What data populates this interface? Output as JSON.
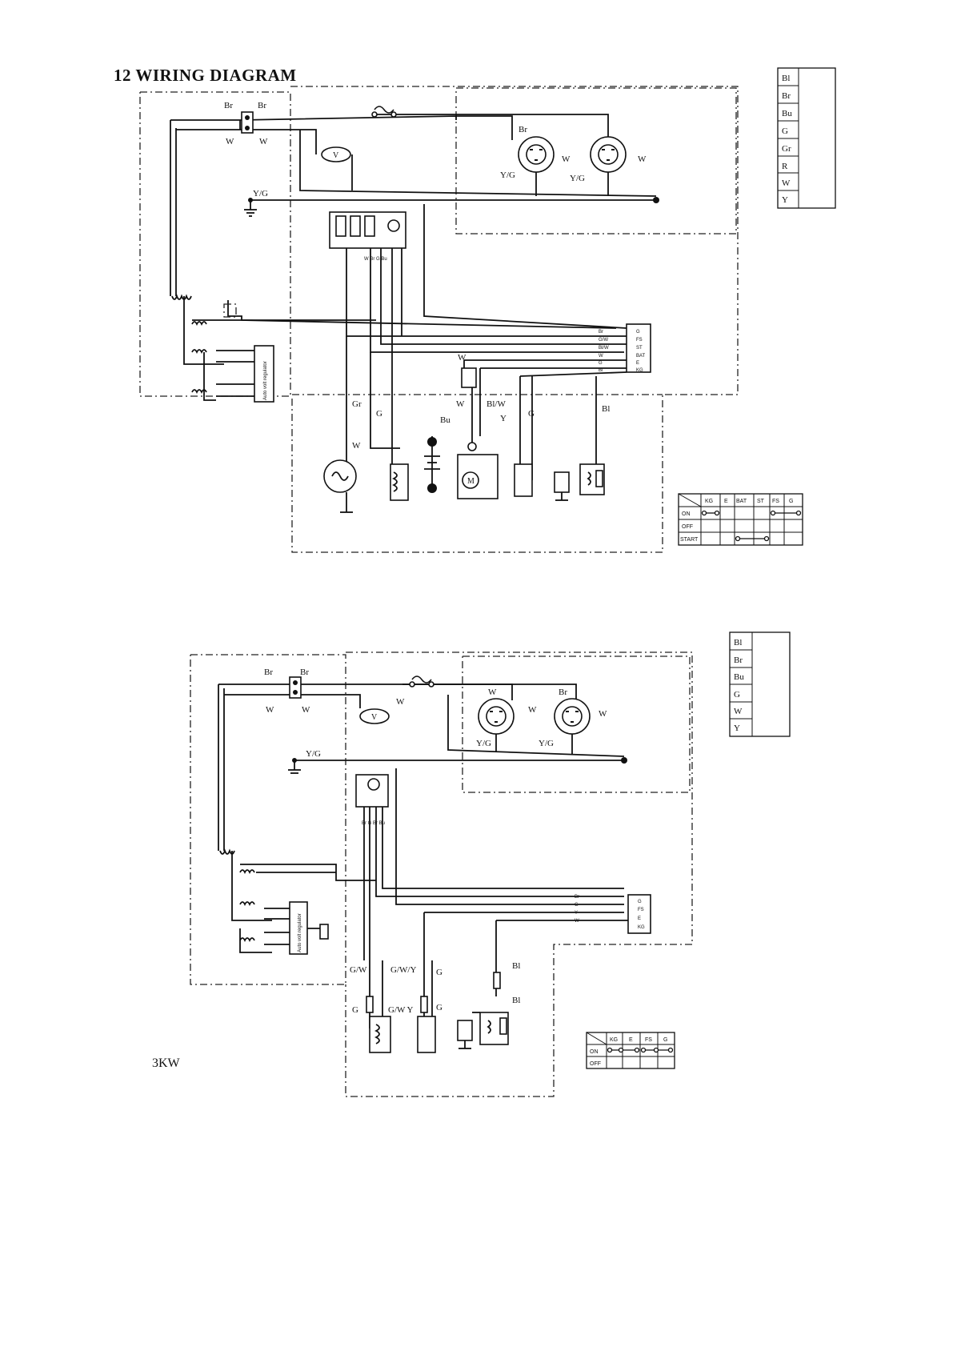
{
  "title": "12  WIRING DIAGRAM",
  "caption": "3KW",
  "legend_top": [
    "Bl",
    "Br",
    "Bu",
    "G",
    "Gr",
    "R",
    "W",
    "Y"
  ],
  "legend_bottom": [
    "Bl",
    "Br",
    "Bu",
    "G",
    "W",
    "Y"
  ],
  "switch_top": {
    "columns": [
      "KG",
      "E",
      "BAT",
      "ST",
      "FS",
      "G"
    ],
    "rows": [
      "ON",
      "OFF",
      "START"
    ]
  },
  "switch_bottom": {
    "columns": [
      "KG",
      "E",
      "FS",
      "G"
    ],
    "rows": [
      "ON",
      "OFF"
    ]
  },
  "diagram_top": {
    "wire_labels": {
      "br1": "Br",
      "br2": "Br",
      "w1": "W",
      "w2": "W",
      "br_outlet": "Br",
      "w_outlet1": "W",
      "w_outlet2": "W",
      "yg_outlet1": "Y/G",
      "yg_outlet2": "Y/G",
      "yg_ground": "Y/G",
      "gr": "Gr",
      "g1": "G",
      "w_sw": "W",
      "w_mid": "W",
      "blw": "Bl/W",
      "bu": "Bu",
      "y": "Y",
      "g2": "G",
      "bl": "Bl",
      "w_coil": "W"
    },
    "regulator": "Auto volt regulator",
    "connector_pins": [
      "G",
      "FS",
      "ST",
      "BAT",
      "E",
      "KG"
    ],
    "connector_wires": [
      "Br",
      "G/W",
      "Bl/W",
      "W",
      "G",
      "Bl"
    ],
    "bus_wires": [
      "W",
      "Br",
      "G",
      "Bu"
    ]
  },
  "diagram_bottom": {
    "wire_labels": {
      "br1": "Br",
      "br2": "Br",
      "w1": "W",
      "w2": "W",
      "w_outlet": "W",
      "br_outlet": "Br",
      "w_outlet2": "W",
      "w_outlet3": "W",
      "w_meter": "W",
      "yg_outlet1": "Y/G",
      "yg_outlet2": "Y/G",
      "yg_ground": "Y/G",
      "gw": "G/W",
      "gwy": "G/W/Y",
      "g1": "G",
      "g2": "G",
      "gwy2": "G/W Y",
      "g3": "G",
      "bl1": "Bl",
      "bl2": "Bl"
    },
    "regulator": "Auto volt regulator",
    "connector_pins": [
      "G",
      "FS",
      "E",
      "KG"
    ],
    "connector_wires": [
      "Br",
      "G",
      "Y",
      "W"
    ],
    "bus_wires": [
      "Br",
      "G",
      "Br",
      "Bu"
    ]
  }
}
